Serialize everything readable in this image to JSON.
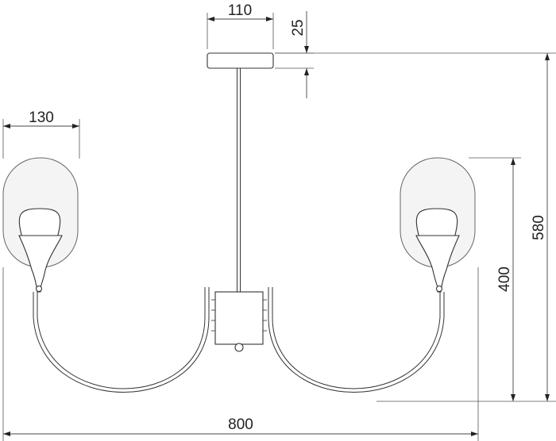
{
  "diagram": {
    "dimensions": {
      "canopy_width": "110",
      "canopy_height": "25",
      "shade_width": "130",
      "total_height": "580",
      "arm_height": "400",
      "total_width": "800"
    },
    "colors": {
      "line": "#333333",
      "glass": "#f4f4f4",
      "background": "#ffffff"
    }
  }
}
